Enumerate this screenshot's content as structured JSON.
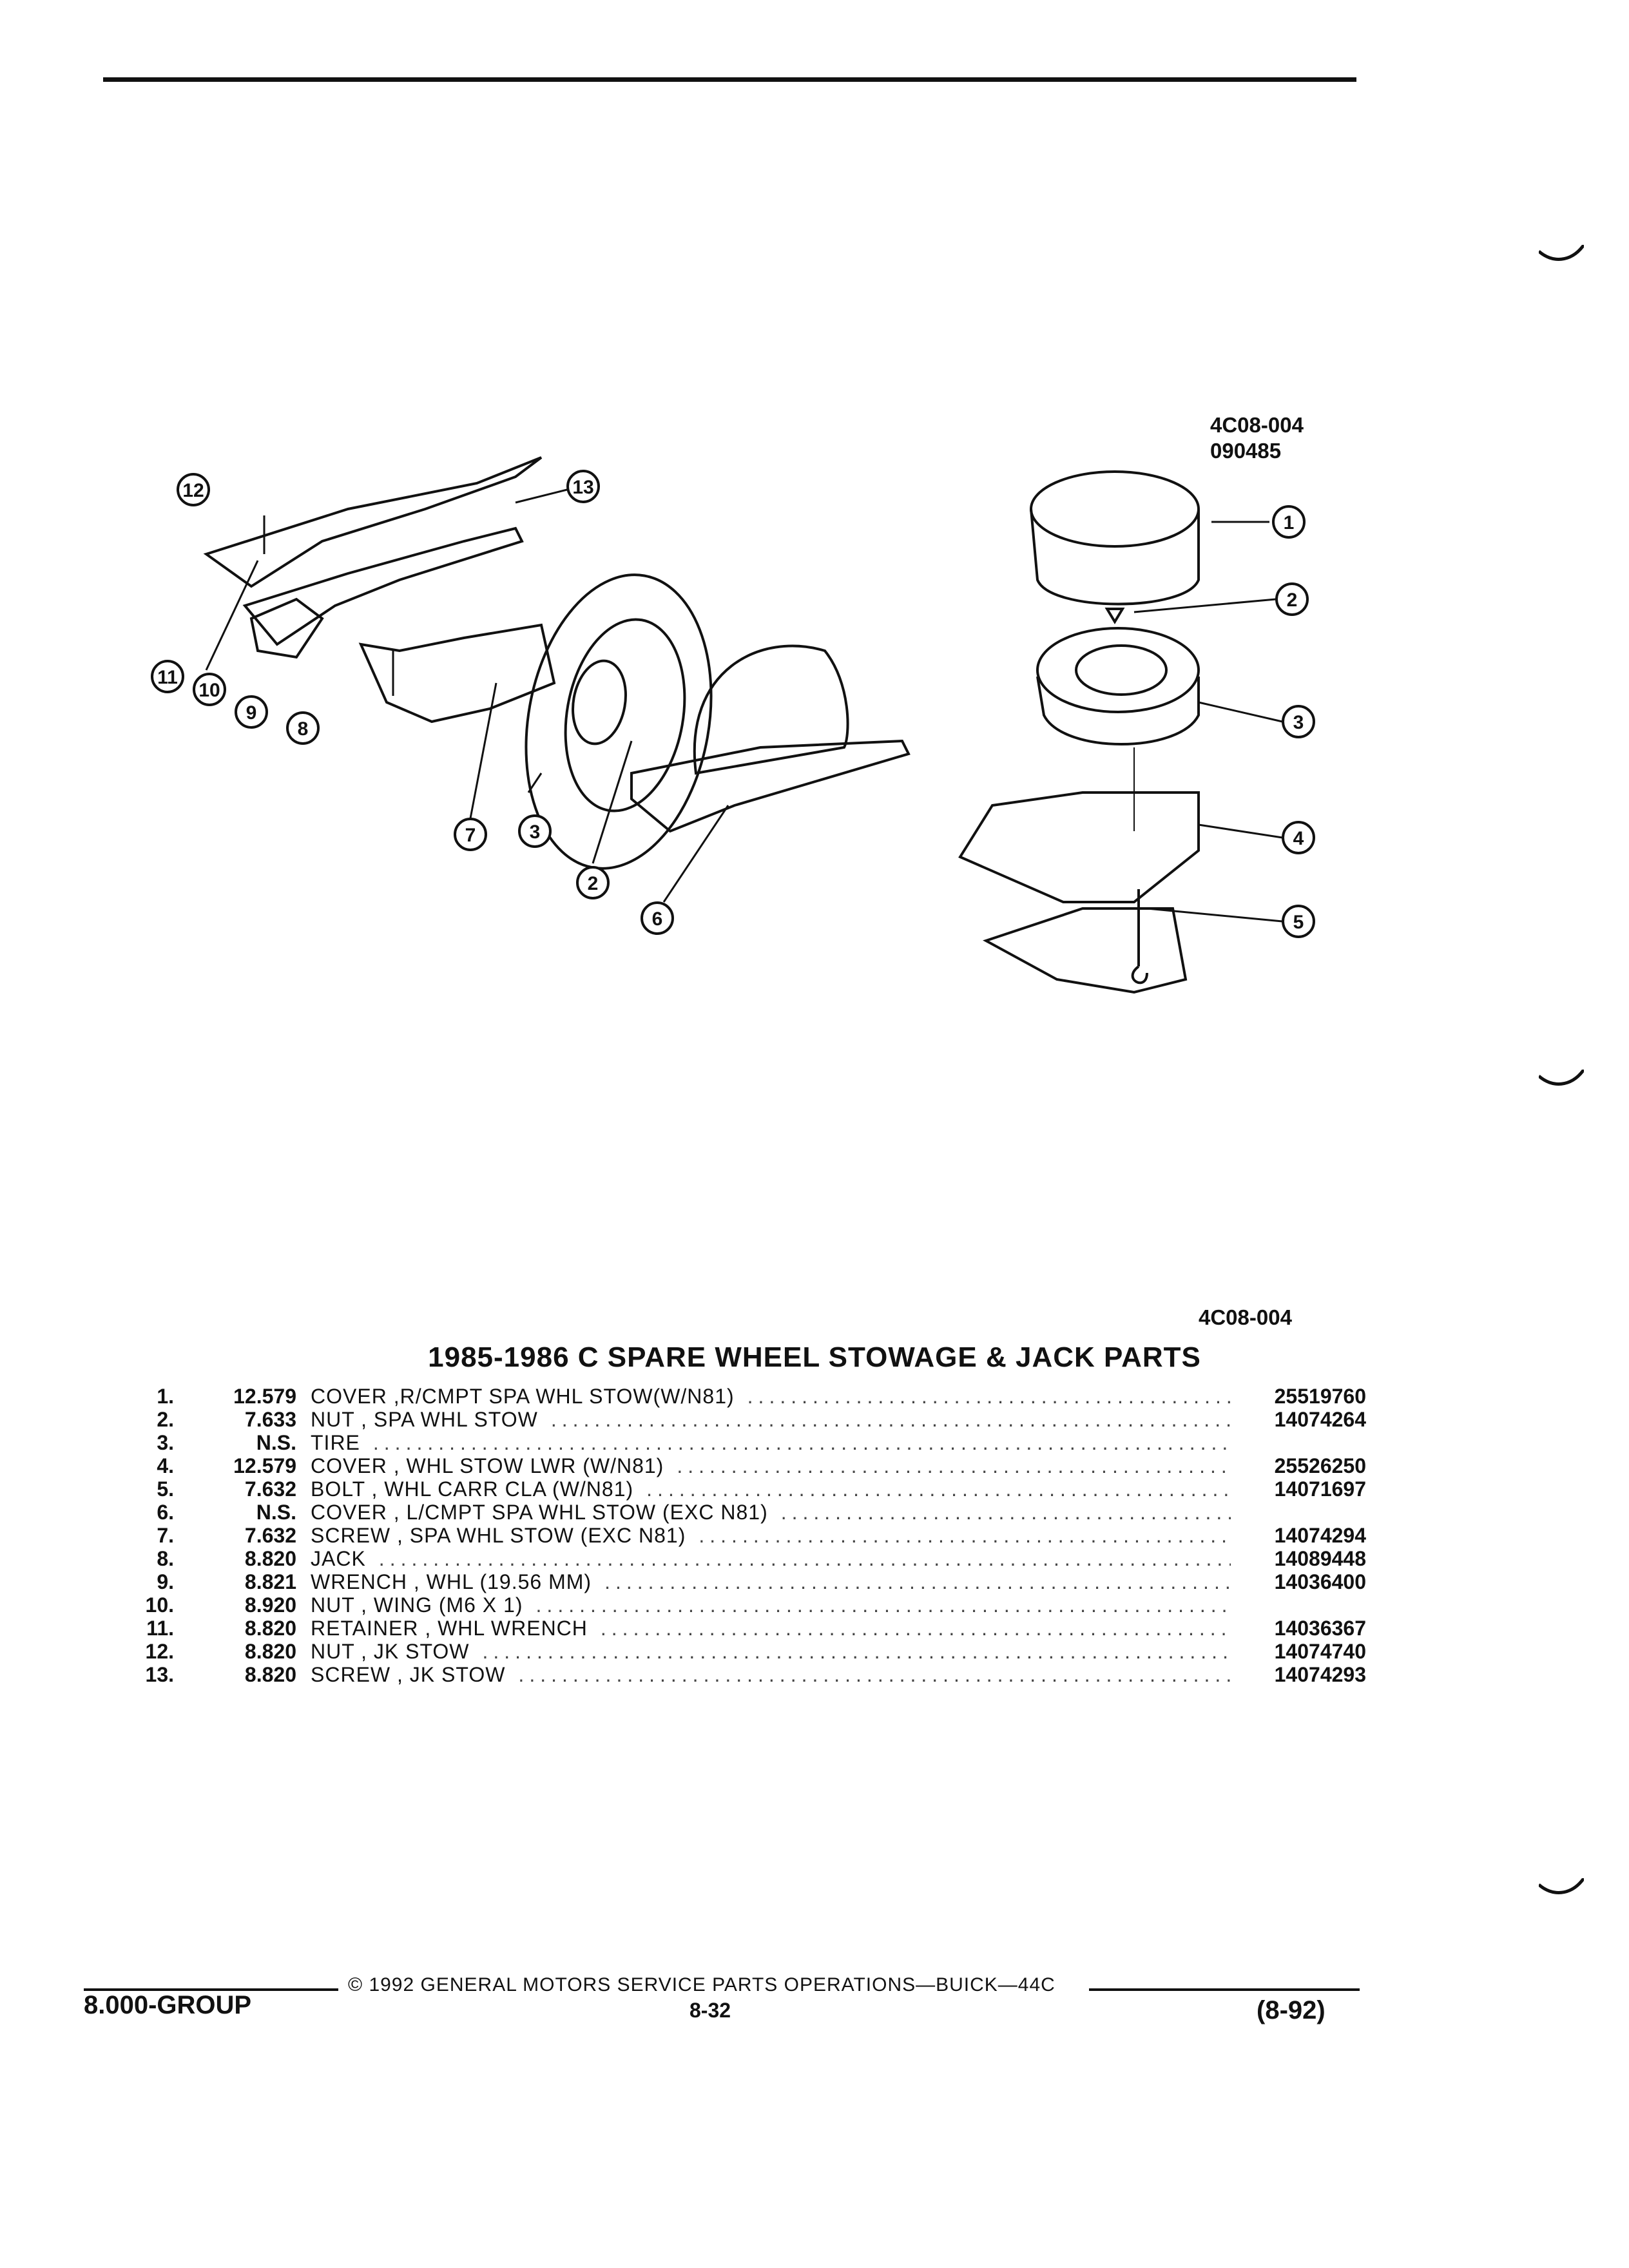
{
  "figure": {
    "code_top_1": "4C08-004",
    "code_top_2": "090485",
    "code_bottom": "4C08-004",
    "callouts": [
      "1",
      "2",
      "3",
      "4",
      "5",
      "6",
      "7",
      "8",
      "9",
      "10",
      "11",
      "12",
      "13",
      "2",
      "3"
    ]
  },
  "title": "1985-1986 C SPARE WHEEL STOWAGE & JACK PARTS",
  "parts": [
    {
      "num": "1.",
      "group": "12.579",
      "desc": "COVER ,R/CMPT SPA WHL STOW(W/N81)",
      "pn": "25519760"
    },
    {
      "num": "2.",
      "group": "7.633",
      "desc": "NUT , SPA WHL STOW",
      "pn": "14074264"
    },
    {
      "num": "3.",
      "group": "N.S.",
      "desc": "TIRE",
      "pn": ""
    },
    {
      "num": "4.",
      "group": "12.579",
      "desc": "COVER , WHL STOW LWR (W/N81)",
      "pn": "25526250"
    },
    {
      "num": "5.",
      "group": "7.632",
      "desc": "BOLT , WHL CARR CLA (W/N81)",
      "pn": "14071697"
    },
    {
      "num": "6.",
      "group": "N.S.",
      "desc": "COVER , L/CMPT SPA WHL STOW (EXC N81)",
      "pn": ""
    },
    {
      "num": "7.",
      "group": "7.632",
      "desc": "SCREW , SPA WHL STOW (EXC N81)",
      "pn": "14074294"
    },
    {
      "num": "8.",
      "group": "8.820",
      "desc": "JACK",
      "pn": "14089448"
    },
    {
      "num": "9.",
      "group": "8.821",
      "desc": "WRENCH , WHL (19.56 MM)",
      "pn": "14036400"
    },
    {
      "num": "10.",
      "group": "8.920",
      "desc": "NUT , WING (M6 X 1)",
      "pn": ""
    },
    {
      "num": "11.",
      "group": "8.820",
      "desc": "RETAINER , WHL WRENCH",
      "pn": "14036367"
    },
    {
      "num": "12.",
      "group": "8.820",
      "desc": "NUT , JK STOW",
      "pn": "14074740"
    },
    {
      "num": "13.",
      "group": "8.820",
      "desc": "SCREW , JK STOW",
      "pn": "14074293"
    }
  ],
  "footer": {
    "copyright": "© 1992 GENERAL MOTORS SERVICE PARTS OPERATIONS—BUICK—44C",
    "group": "8.000-GROUP",
    "page": "8-32",
    "revision": "(8-92)"
  }
}
